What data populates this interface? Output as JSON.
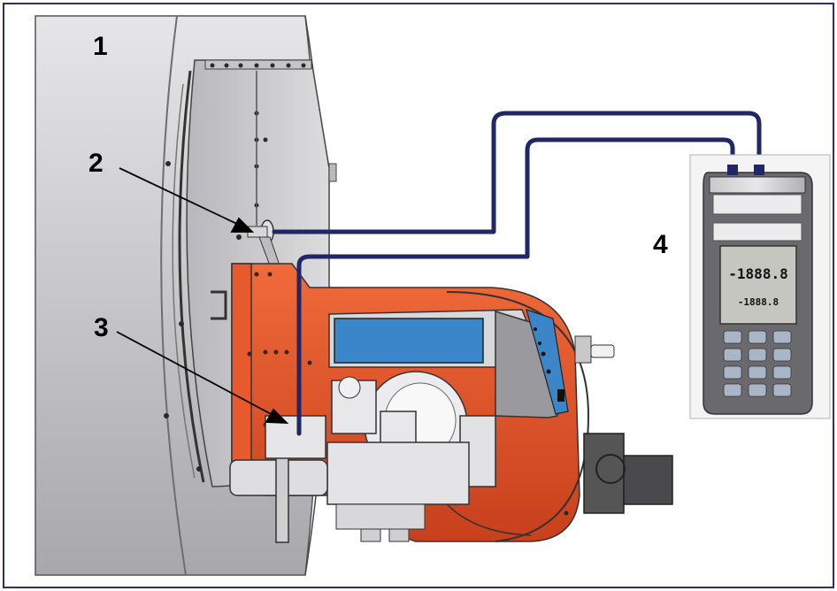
{
  "callouts": {
    "c1": "1",
    "c2": "2",
    "c3": "3",
    "c4": "4"
  },
  "meter": {
    "display_main": "-1888.8",
    "display_sub": "-1888.8"
  },
  "colors": {
    "frame": "#2b2f6b",
    "hose": "#1f2766",
    "burner_red": "#e8532a",
    "panel_blue": "#3a86c8",
    "boiler_grey": "#d2d2d4"
  }
}
